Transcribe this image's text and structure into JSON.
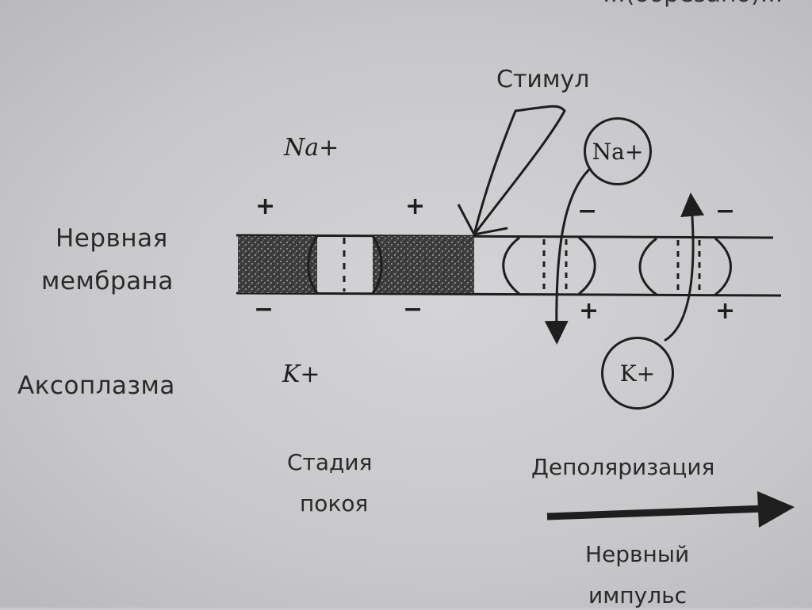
{
  "labels": {
    "top_cut": "...(обрезано)...",
    "stimulus": "Стимул",
    "na_free": "Na+",
    "na_circle": "Na+",
    "membrane_line1": "Нервная",
    "membrane_line2": "мембрана",
    "axoplasm": "Аксоплазма",
    "k_free": "K+",
    "k_circle": "K+",
    "stage_rest_line1": "Стадия",
    "stage_rest_line2": "покоя",
    "depolarization": "Деполяризация",
    "impulse_line1": "Нервный",
    "impulse_line2": "импульс"
  },
  "signs": {
    "outer_plus": "+",
    "outer_minus": "−",
    "inner_plus": "+",
    "inner_minus": "−"
  },
  "colors": {
    "paper": "#c9c9cc",
    "ink": "#1e1e1e"
  }
}
